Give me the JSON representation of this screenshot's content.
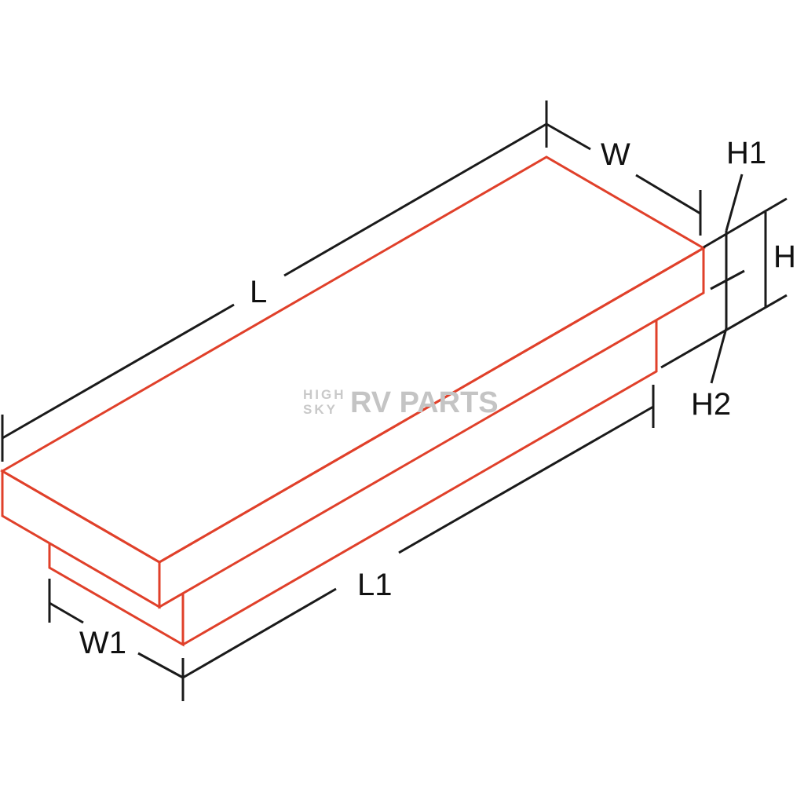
{
  "diagram": {
    "box_color": "#e0402a",
    "line_color": "#1a1a1a",
    "labels": {
      "L": "L",
      "W": "W",
      "H": "H",
      "H1": "H1",
      "H2": "H2",
      "L1": "L1",
      "W1": "W1"
    }
  },
  "watermark": {
    "line1": "HIGH",
    "line2": "SKY",
    "brand": "RV PARTS"
  }
}
